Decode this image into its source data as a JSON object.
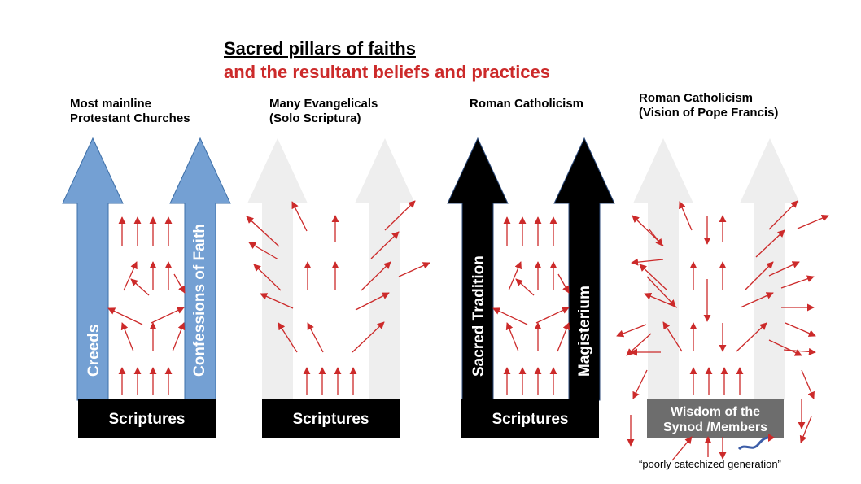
{
  "title": "Sacred pillars of faiths",
  "subtitle": "and the resultant beliefs and practices",
  "panels": [
    {
      "heading": [
        "Most mainline",
        "Protestant Churches"
      ],
      "left_pillar": "Creeds",
      "right_pillar": "Confessions of Faith",
      "base": "Scriptures"
    },
    {
      "heading": [
        "Many Evangelicals",
        "(Solo Scriptura)"
      ],
      "left_pillar": "",
      "right_pillar": "",
      "base": "Scriptures"
    },
    {
      "heading": [
        "Roman Catholicism"
      ],
      "left_pillar": "Sacred Tradition",
      "right_pillar": "Magisterium",
      "base": "Scriptures"
    },
    {
      "heading": [
        "Roman Catholicism",
        "(Vision of Pope Francis)"
      ],
      "left_pillar": "",
      "right_pillar": "",
      "base_lines": [
        "Wisdom of the",
        "Synod /Members"
      ]
    }
  ],
  "caption": "“poorly catechized generation”",
  "colors": {
    "arrow_red": "#cc2a2a",
    "pillar_blue": "#74a0d3",
    "pillar_black": "#000000",
    "pillar_faint": "#eeeeee",
    "base_black": "#000000",
    "base_grey": "#6d6d6d",
    "title_red": "#cc2a2a"
  }
}
